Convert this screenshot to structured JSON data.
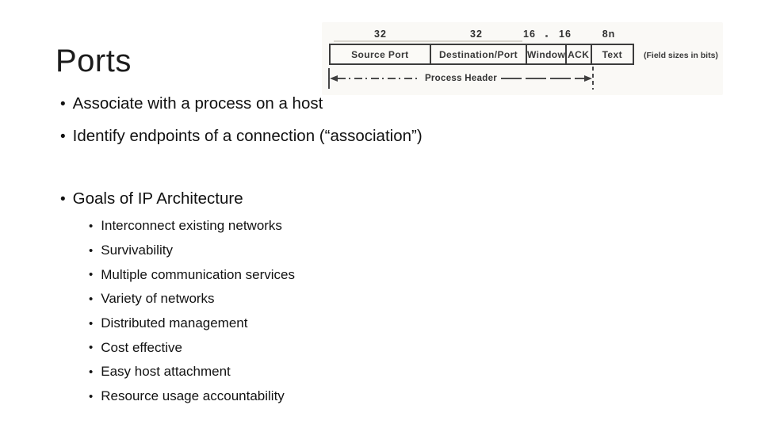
{
  "slide": {
    "title": "Ports",
    "bullet_char": "•",
    "bullets": [
      "Associate with a process on a host",
      "Identify endpoints of a connection (“association”)"
    ],
    "goals_heading": "Goals of IP Architecture",
    "goals": [
      "Interconnect existing networks",
      "Survivability",
      "Multiple communication services",
      "Variety of networks",
      "Distributed management",
      "Cost effective",
      "Easy host attachment",
      "Resource usage accountability"
    ]
  },
  "diagram": {
    "fields": [
      {
        "label": "Source Port",
        "bits": "32",
        "width": 128
      },
      {
        "label": "Destination/Port",
        "bits": "32",
        "width": 123
      },
      {
        "label": "Window",
        "bits": "16",
        "width": 50
      },
      {
        "label": "ACK",
        "bits": "16",
        "width": 32
      },
      {
        "label": "Text",
        "bits": "8n",
        "width": 52
      }
    ],
    "separator_dot": ".",
    "span_label": "Process Header",
    "caption": "(Field sizes in bits)",
    "ink_color": "#3c3c3c"
  }
}
